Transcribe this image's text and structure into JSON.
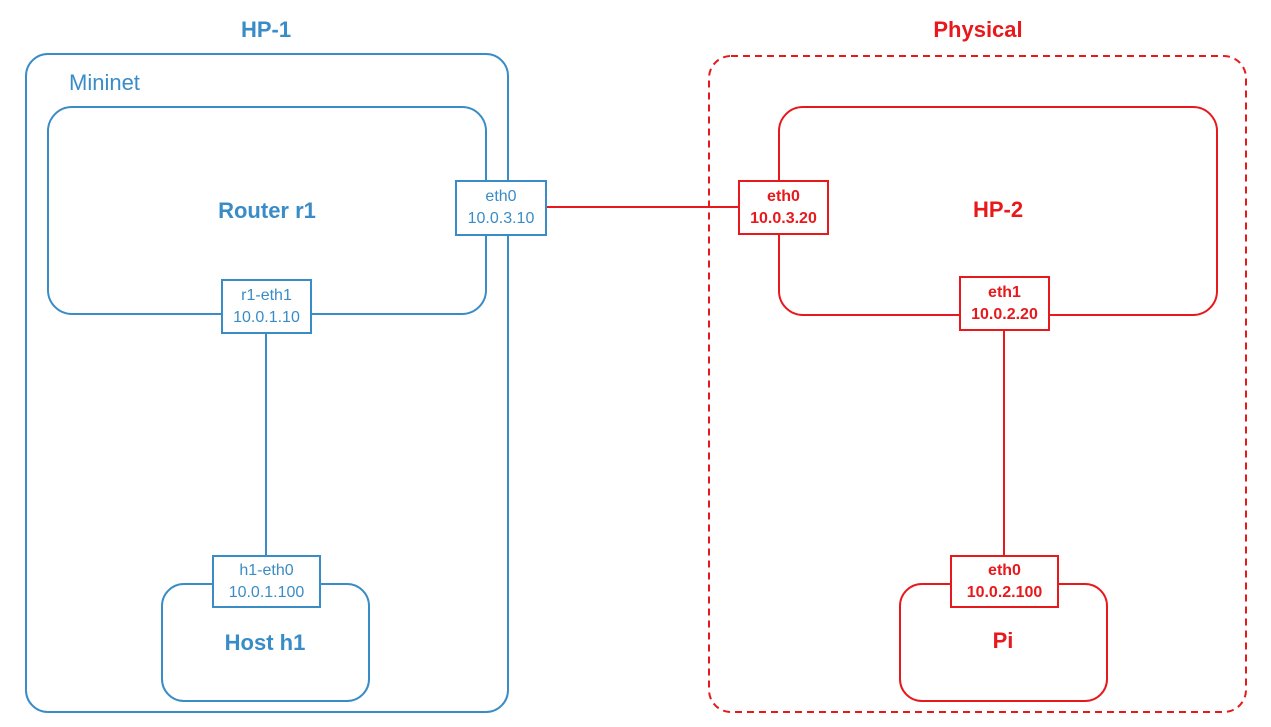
{
  "colors": {
    "hp1": "#3a8cc7",
    "physical": "#e8191c"
  },
  "hp1": {
    "title": "HP-1",
    "mininet_label": "Mininet",
    "router_label": "Router r1",
    "host_label": "Host h1",
    "router_eth0": {
      "name": "eth0",
      "ip": "10.0.3.10"
    },
    "router_eth1": {
      "name": "r1-eth1",
      "ip": "10.0.1.10"
    },
    "host_eth0": {
      "name": "h1-eth0",
      "ip": "10.0.1.100"
    }
  },
  "physical": {
    "title": "Physical",
    "hp2_label": "HP-2",
    "pi_label": "Pi",
    "hp2_eth0": {
      "name": "eth0",
      "ip": "10.0.3.20"
    },
    "hp2_eth1": {
      "name": "eth1",
      "ip": "10.0.2.20"
    },
    "pi_eth0": {
      "name": "eth0",
      "ip": "10.0.2.100"
    }
  }
}
